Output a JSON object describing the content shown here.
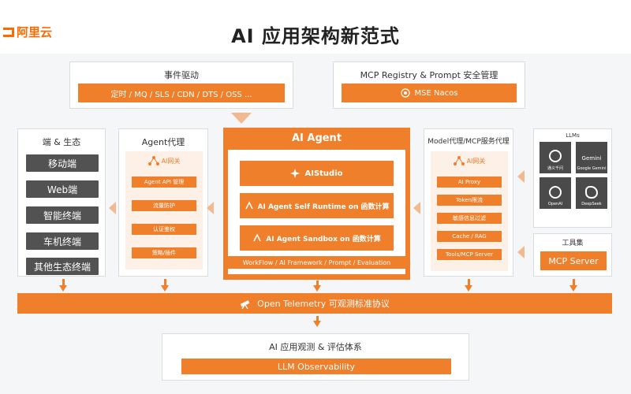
{
  "brand": {
    "logo_text": "阿里云"
  },
  "title": "AI 应用架构新范式",
  "event_driven": {
    "title": "事件驱动",
    "bar": "定时 / MQ / SLS / CDN / DTS / OSS ..."
  },
  "registry": {
    "title": "MCP Registry & Prompt 安全管理",
    "bar": "MSE Nacos"
  },
  "endpoints": {
    "title": "端 & 生态",
    "items": [
      "移动端",
      "Web端",
      "智能终端",
      "车机终端",
      "其他生态终端"
    ]
  },
  "agent_proxy": {
    "title": "Agent代理",
    "gateway": "AI网关",
    "items": [
      "Agent API 管理",
      "流量防护",
      "认证鉴权",
      "策略/插件"
    ]
  },
  "ai_agent": {
    "title": "AI Agent",
    "studio": "AIStudio",
    "runtime": "AI Agent Self Runtime on 函数计算",
    "sandbox": "AI Agent Sandbox on 函数计算",
    "footer": "WorkFlow / AI Framework / Prompt / Evaluation"
  },
  "model_proxy": {
    "title": "Model代理/MCP服务代理",
    "gateway": "AI网关",
    "items": [
      "AI Proxy",
      "Token限流",
      "敏感信息过滤",
      "Cache / RAG",
      "Tools/MCP Server"
    ]
  },
  "llms": {
    "title": "LLMs",
    "tiles": [
      {
        "name": "通义千问",
        "icon": "tongyi-icon"
      },
      {
        "name": "Google Gemini",
        "icon": "gemini-icon"
      },
      {
        "name": "OpenAI",
        "icon": "openai-icon"
      },
      {
        "name": "DeepSeek",
        "icon": "deepseek-icon"
      }
    ],
    "gemini_word": "Gemini"
  },
  "tools": {
    "title": "工具集",
    "bar": "MCP Server"
  },
  "telemetry": {
    "label": "Open Telemetry 可观测标准协议"
  },
  "observability": {
    "title": "AI 应用观测 & 评估体系",
    "bar": "LLM Observability"
  },
  "colors": {
    "accent": "#f07f2c",
    "dark_item": "#525252",
    "panel_border": "#d9dce1"
  }
}
